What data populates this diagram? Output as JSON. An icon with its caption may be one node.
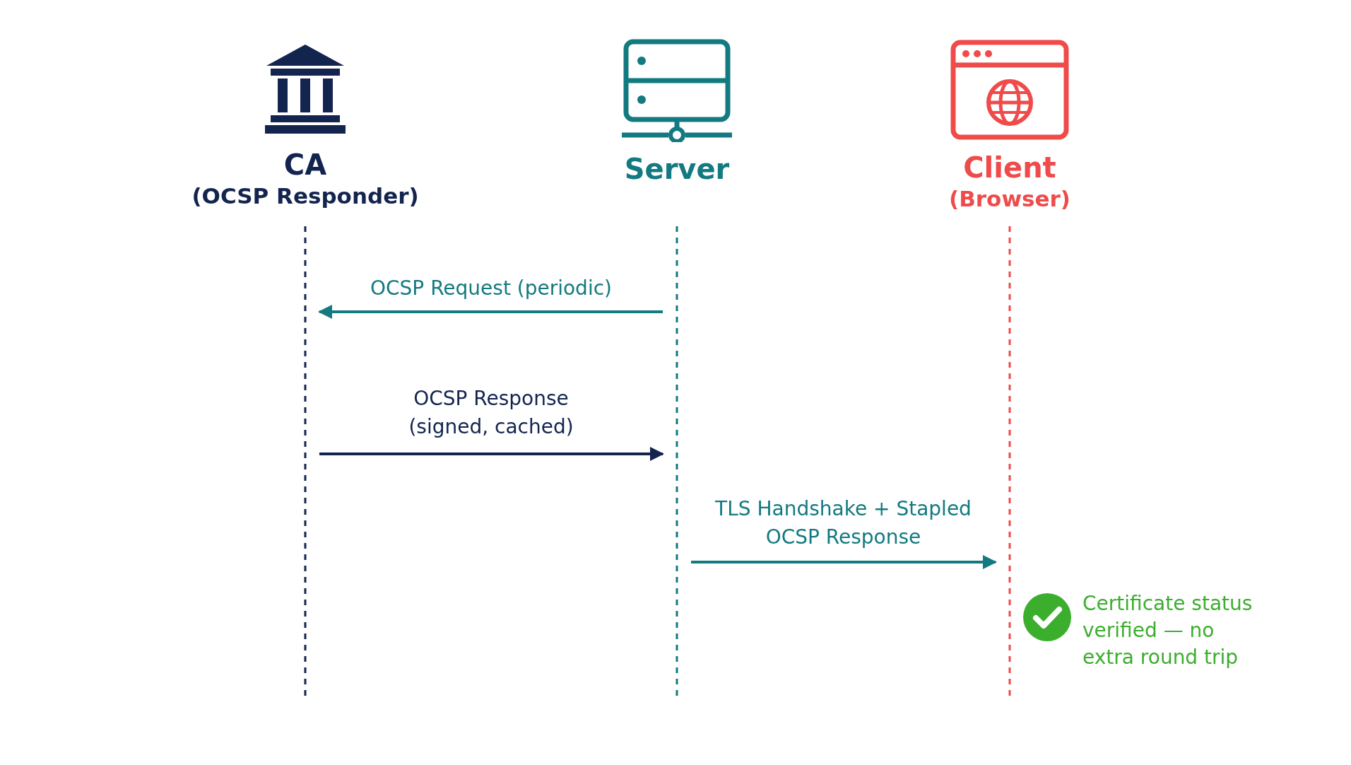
{
  "diagram": {
    "nodes": [
      {
        "text": [
          "CA",
          "(OCSP Responder)"
        ]
      },
      {
        "text": [
          "Server"
        ]
      },
      {
        "text": [
          "Client",
          "(Browser)"
        ]
      }
    ],
    "edges": [
      {
        "from": 1,
        "to": 0,
        "arrow": "to",
        "label": "OCSP Request (periodic)"
      },
      {
        "from": 0,
        "to": 1,
        "arrow": "to",
        "label": "OCSP Response (signed, cached)",
        "color": "#13244f"
      },
      {
        "from": 1,
        "to": 2,
        "arrow": "to",
        "label": "TLS Handshake + Stapled OCSP Response"
      }
    ],
    "labels": [
      "Certificate status verified — no extra round trip"
    ]
  }
}
